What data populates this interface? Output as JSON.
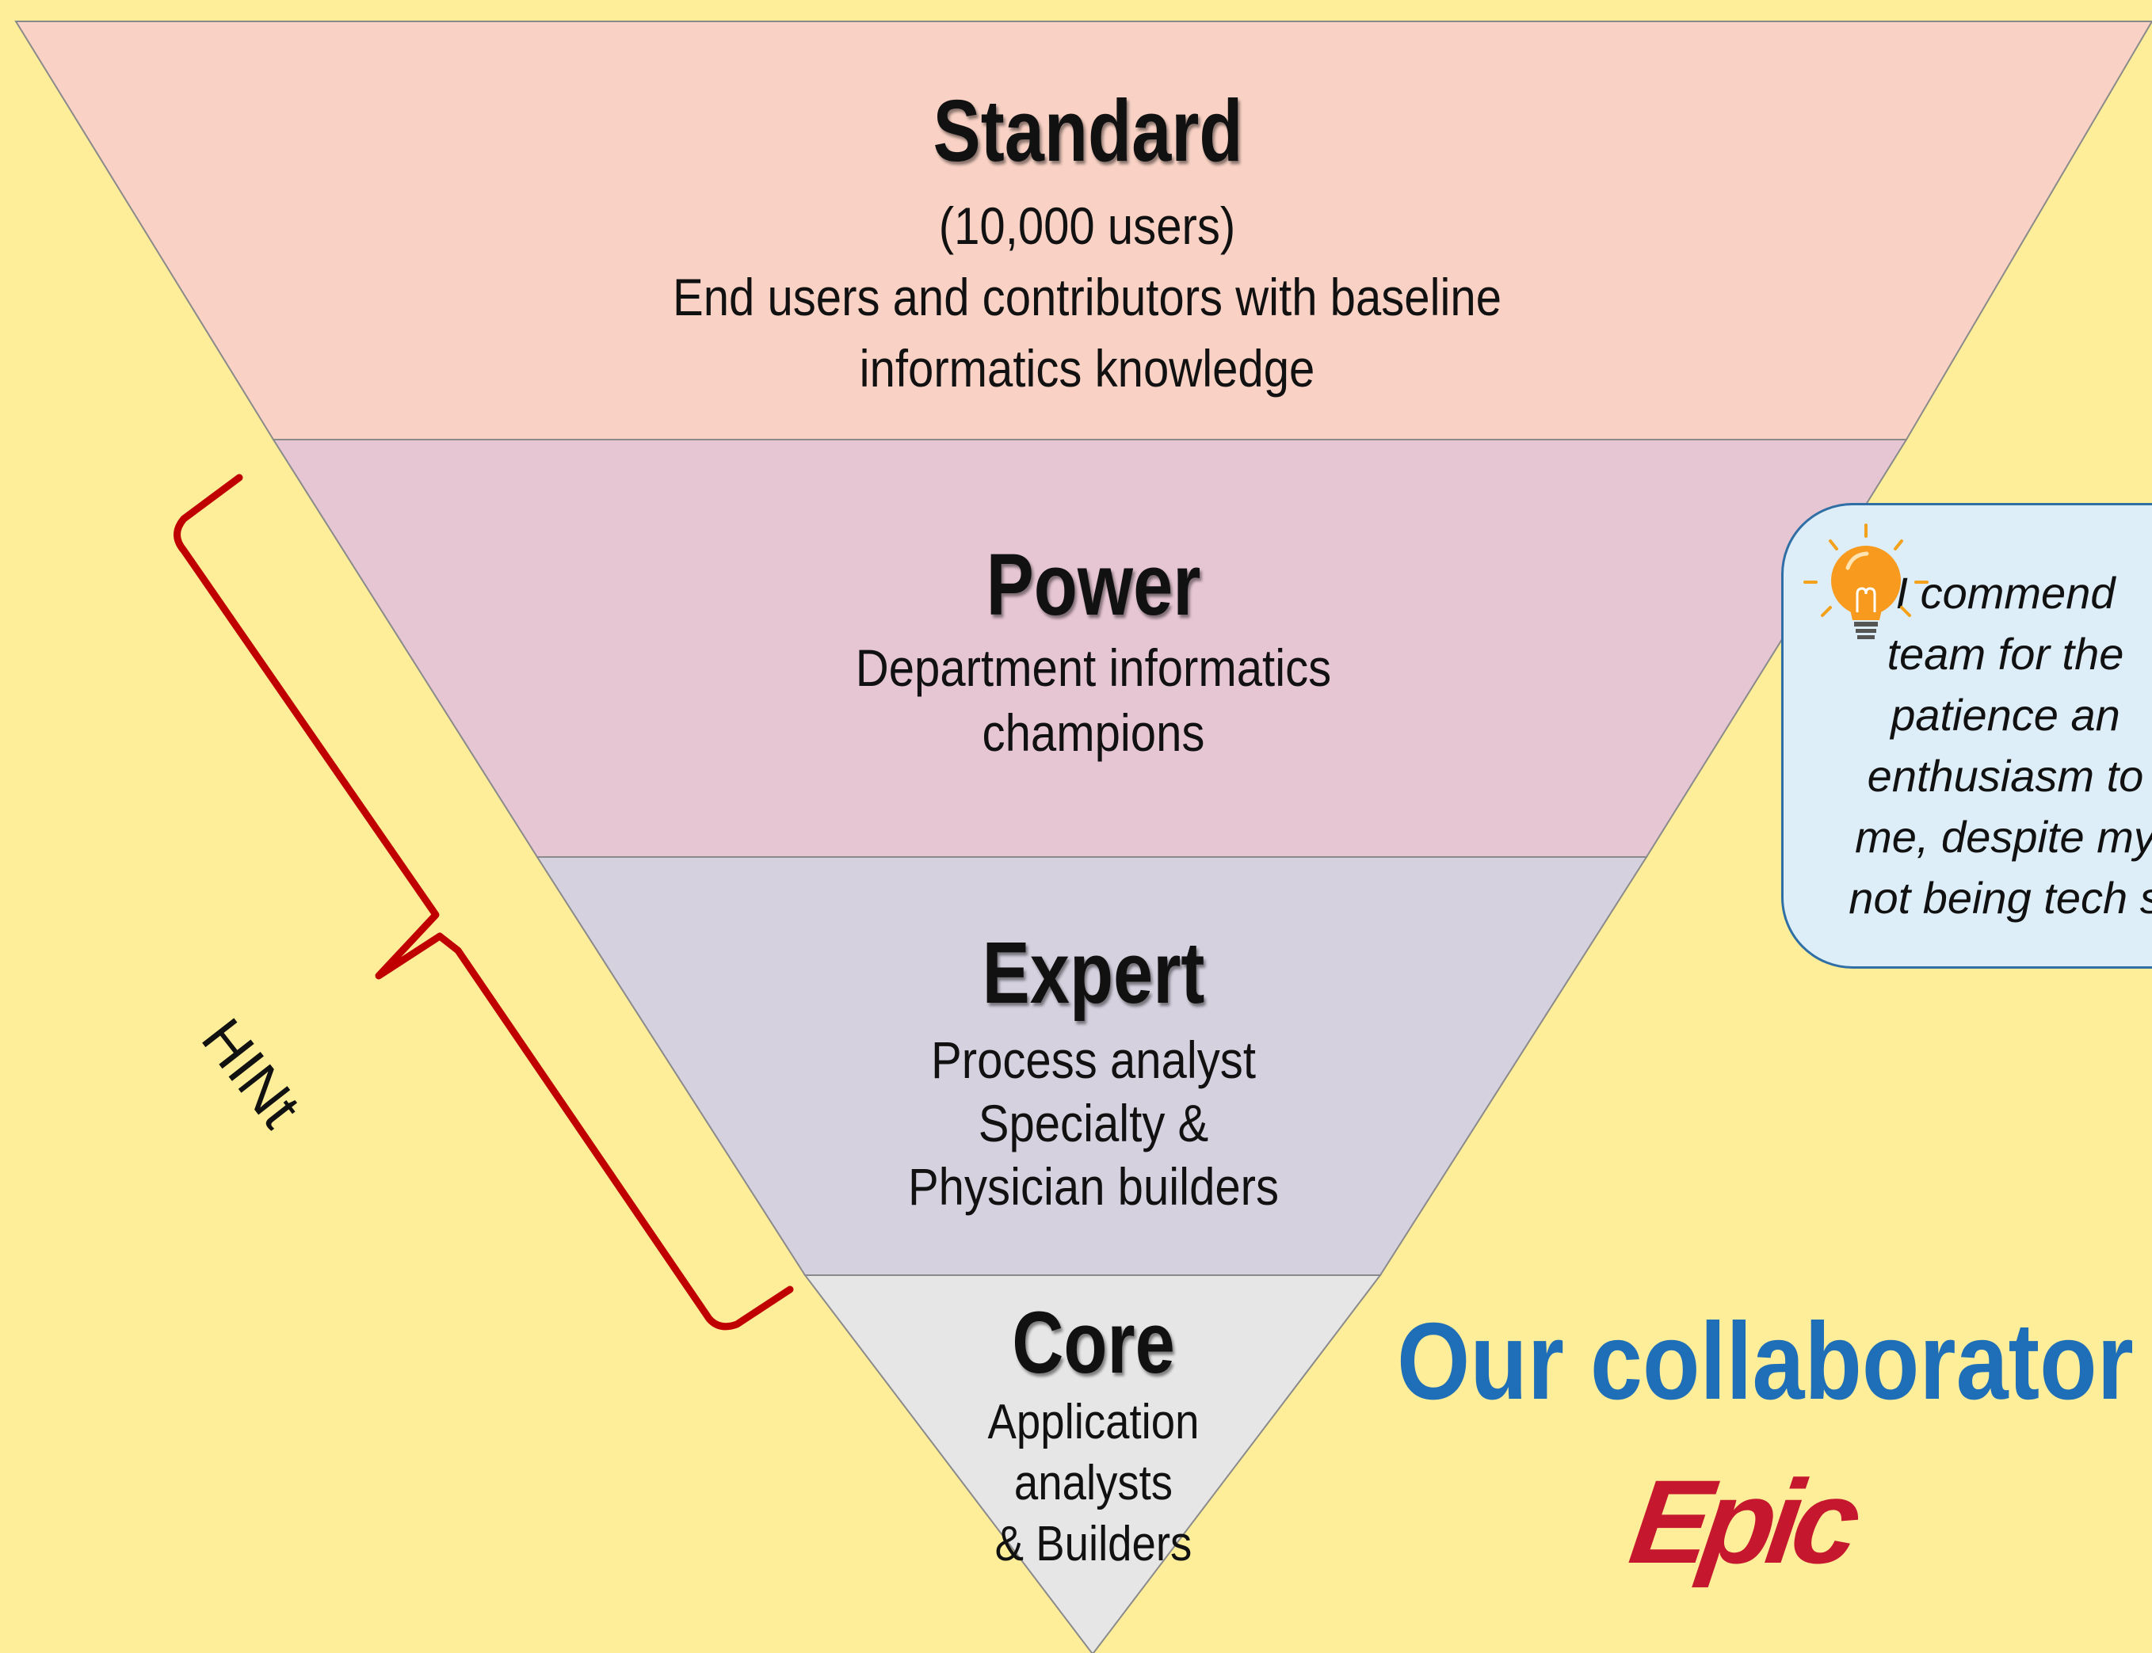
{
  "tiers": [
    {
      "id": "standard",
      "title": "Standard",
      "description": "(10,000 users)\nEnd users and contributors with baseline\ninformatics knowledge",
      "color": "#F9D2C5"
    },
    {
      "id": "power",
      "title": "Power",
      "description": "Department informatics\nchampions",
      "color": "#E6C6D3"
    },
    {
      "id": "expert",
      "title": "Expert",
      "description": "Process analyst\nSpecialty &\nPhysician builders",
      "color": "#D5D1DF"
    },
    {
      "id": "core",
      "title": "Core",
      "description": "Application\nanalysts\n& Builders",
      "color": "#E6E6E6"
    }
  ],
  "bracket": {
    "label": "HINt",
    "color": "#C00000"
  },
  "quote": {
    "text": "I commend\nteam for the\npatience an\nenthusiasm to\nme, despite my\nnot being tech s",
    "icon": "lightbulb-icon"
  },
  "collaborator": {
    "heading": "Our collaborator",
    "logo_text": "Epic"
  },
  "colors": {
    "background": "#FFEE99",
    "heading_blue": "#1F6EB8",
    "epic_red": "#C5182E"
  }
}
